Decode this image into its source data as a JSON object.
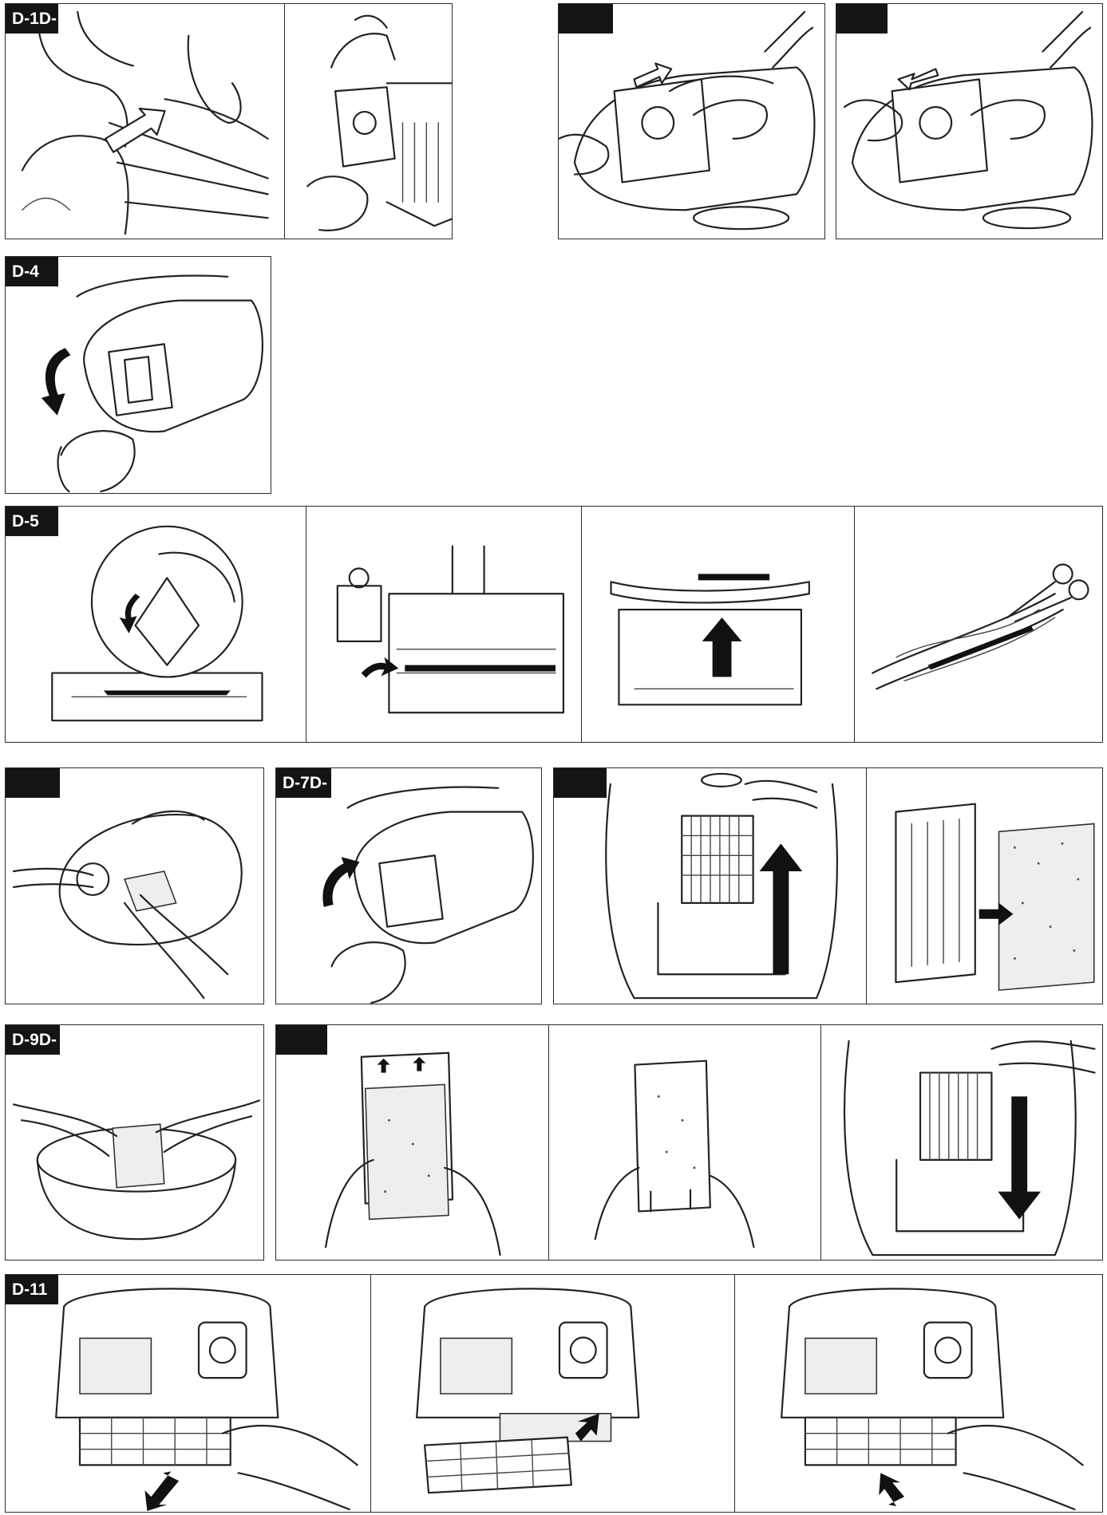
{
  "panels": {
    "d1": "D-1D-",
    "d2": "",
    "d3": "",
    "d4": "D-4",
    "d5": "D-5",
    "d6": "",
    "d7": "D-7D-",
    "d8": "",
    "d9": "D-9D-",
    "d10": "",
    "d11": "D-11"
  },
  "colors": {
    "tag_background": "#141414",
    "tag_text": "#ffffff",
    "line_art": "#222222",
    "border": "#2b2b2b"
  },
  "icons": [
    "arrow-icon",
    "hand-illustration",
    "vacuum-illustration",
    "filter-illustration",
    "brush-illustration",
    "bowl-illustration"
  ]
}
